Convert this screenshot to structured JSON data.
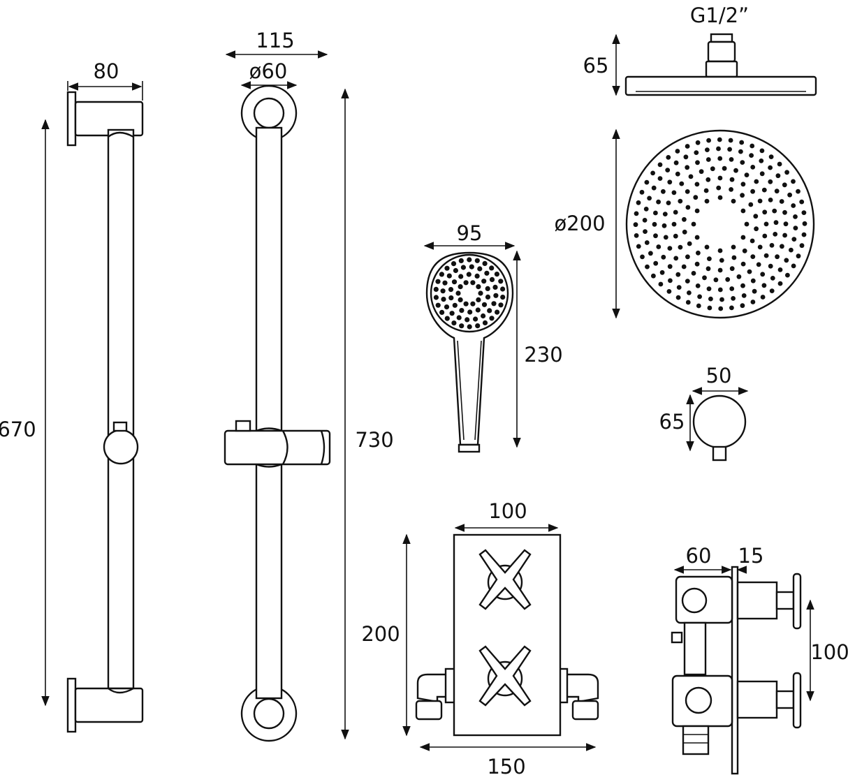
{
  "dimensions": {
    "rail_bracket_depth": "80",
    "rail_height": "670",
    "rail_outer_width": "115",
    "rail_bracket_diameter": "ø60",
    "rail_total_height": "730",
    "handset_width": "95",
    "handset_length": "230",
    "head_thread": "G1/2”",
    "head_thickness": "65",
    "head_diameter": "ø200",
    "outlet_width": "50",
    "outlet_height": "65",
    "valve_plate_width": "100",
    "valve_plate_height": "200",
    "valve_overall_width": "150",
    "valve_body_depth": "60",
    "valve_plate_depth": "15",
    "valve_spindle_centres": "100"
  },
  "colors": {
    "line": "#111111",
    "background": "#ffffff"
  }
}
